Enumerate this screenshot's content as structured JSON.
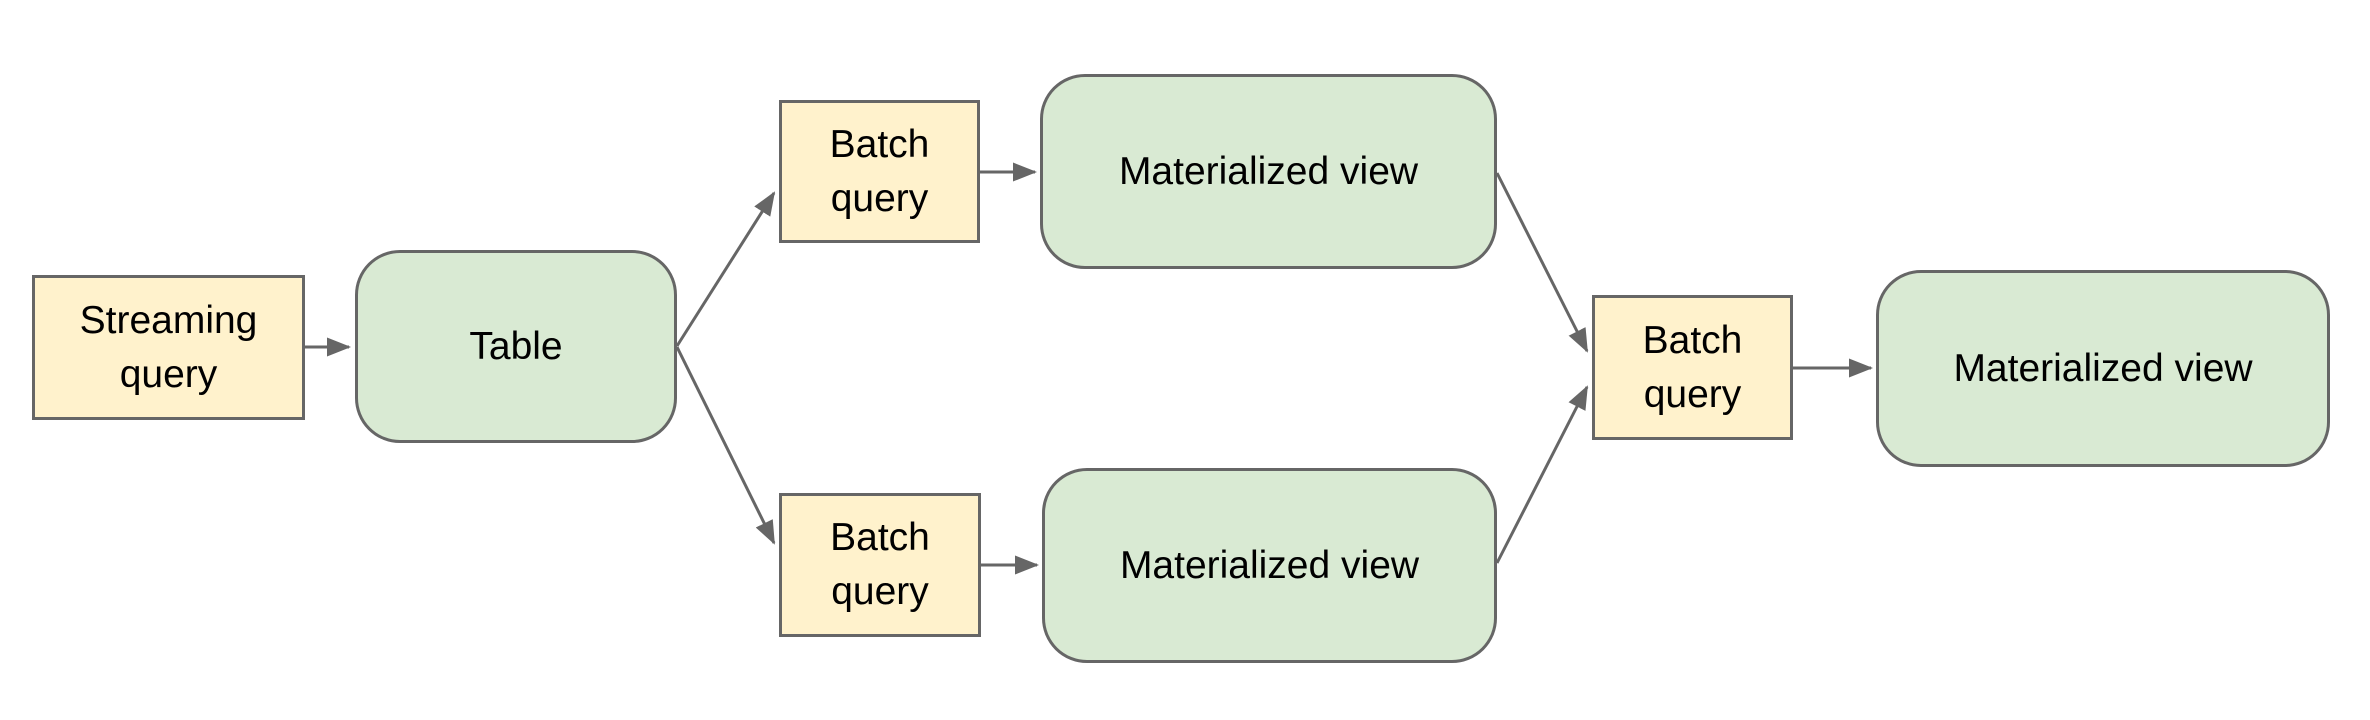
{
  "diagram": {
    "background": "#ffffff",
    "palette": {
      "query_fill": "#fff2cc",
      "store_fill": "#d9ead3",
      "shape_border": "#666666",
      "connector": "#666666",
      "text": "#000000"
    },
    "nodes": [
      {
        "id": "streaming-query",
        "label": "Streaming query",
        "type": "query"
      },
      {
        "id": "table",
        "label": "Table",
        "type": "store"
      },
      {
        "id": "batch-query-top",
        "label": "Batch query",
        "type": "query"
      },
      {
        "id": "materialized-view-top",
        "label": "Materialized view",
        "type": "store"
      },
      {
        "id": "batch-query-bottom",
        "label": "Batch query",
        "type": "query"
      },
      {
        "id": "materialized-view-bottom",
        "label": "Materialized view",
        "type": "store"
      },
      {
        "id": "batch-query-merge",
        "label": "Batch query",
        "type": "query"
      },
      {
        "id": "materialized-view-final",
        "label": "Materialized view",
        "type": "store"
      }
    ],
    "edges": [
      {
        "from": "streaming-query",
        "to": "table"
      },
      {
        "from": "table",
        "to": "batch-query-top"
      },
      {
        "from": "table",
        "to": "batch-query-bottom"
      },
      {
        "from": "batch-query-top",
        "to": "materialized-view-top"
      },
      {
        "from": "batch-query-bottom",
        "to": "materialized-view-bottom"
      },
      {
        "from": "materialized-view-top",
        "to": "batch-query-merge"
      },
      {
        "from": "materialized-view-bottom",
        "to": "batch-query-merge"
      },
      {
        "from": "batch-query-merge",
        "to": "materialized-view-final"
      }
    ]
  }
}
